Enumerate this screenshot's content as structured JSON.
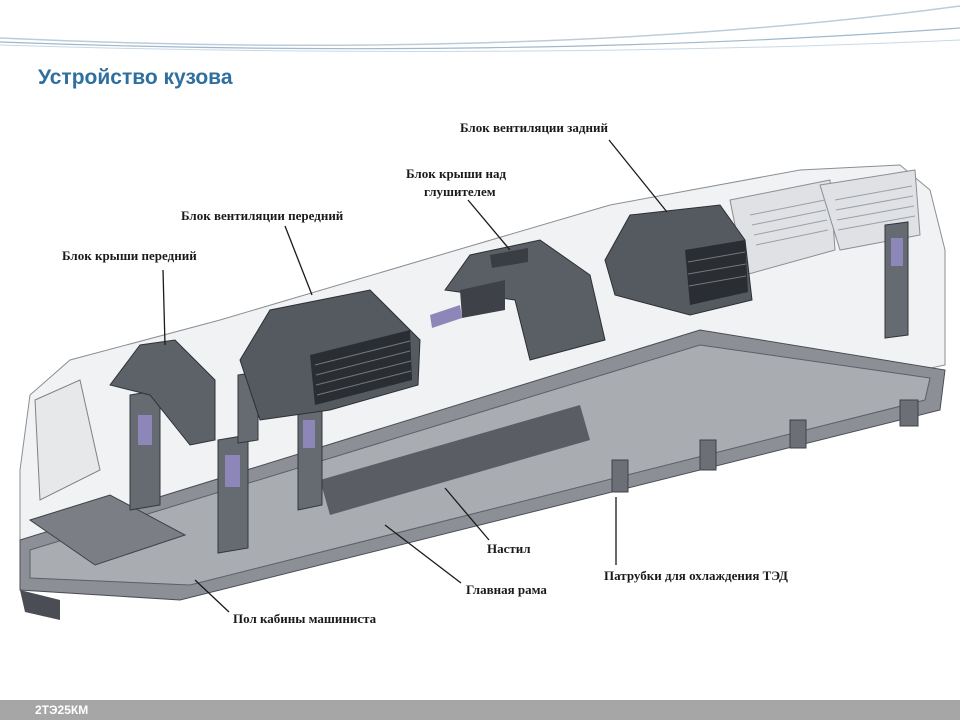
{
  "title": "Устройство кузова",
  "footer": {
    "model": "2ТЭ25КМ"
  },
  "labels": {
    "rear_vent": "Блок вентиляции задний",
    "roof_muffler_1": "Блок крыши над",
    "roof_muffler_2": "глушителем",
    "front_vent": "Блок вентиляции передний",
    "front_roof": "Блок крыши передний",
    "floor": "Настил",
    "main_frame": "Главная рама",
    "ted_cooling": "Патрубки для охлаждения ТЭД",
    "cab_floor": "Пол кабины машиниста"
  },
  "colors": {
    "title": "#2f6f9f",
    "footer": "#a6a6a6",
    "roof_block": "#5b6068",
    "frame": "#6f747b"
  }
}
